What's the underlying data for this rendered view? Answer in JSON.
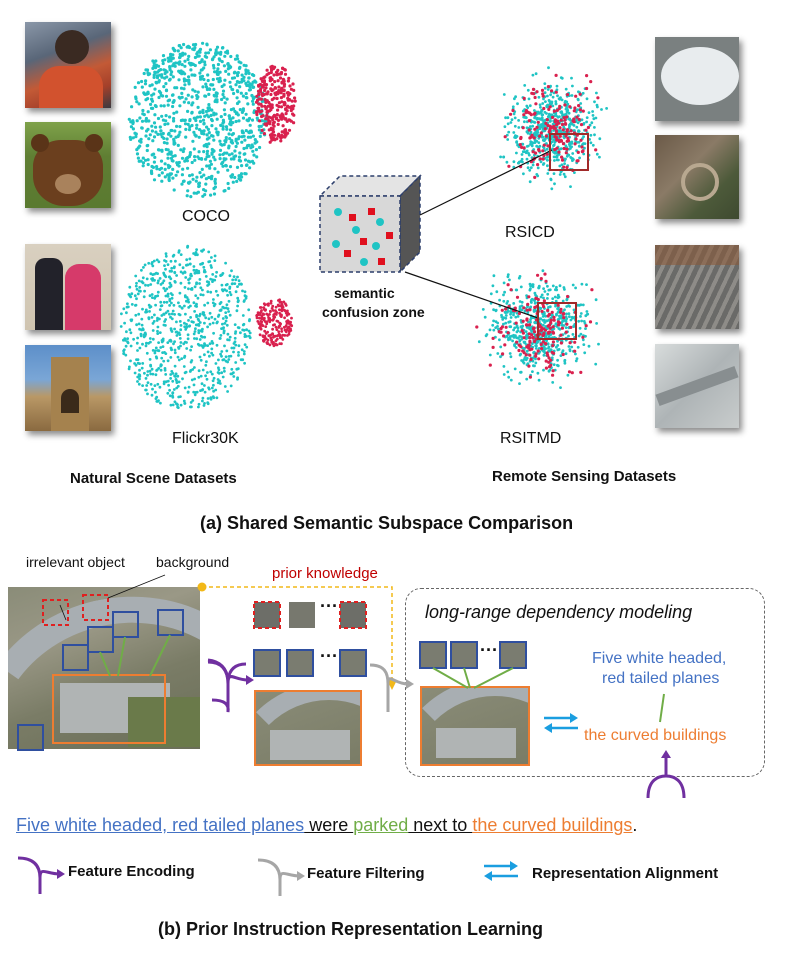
{
  "part_a": {
    "caption": "(a) Shared Semantic Subspace Comparison",
    "left_group_label": "Natural Scene Datasets",
    "right_group_label": "Remote Sensing Datasets",
    "datasets": [
      "COCO",
      "Flickr30K",
      "RSICD",
      "RSITMD"
    ],
    "cube_label_line1": "semantic",
    "cube_label_line2": "confusion zone",
    "colors": {
      "cluster_a": "#1fc4c4",
      "cluster_b": "#d9214e",
      "highlight_box": "#a12a2a",
      "cube_dashed": "#2c3e6b"
    }
  },
  "part_b": {
    "caption": "(b) Prior Instruction Representation Learning",
    "irrelevant_label": "irrelevant object",
    "background_label": "background",
    "prior_knowledge_label": "prior knowledge",
    "dependency_title": "long-range dependency modeling",
    "dots": "···",
    "text_planes_line1": "Five white headed,",
    "text_planes_line2": "red tailed planes",
    "text_buildings": "the curved buildings",
    "sentence": {
      "part1": "Five white headed, red tailed planes",
      "part2": " were ",
      "part3": "parked",
      "part4": " next to ",
      "part5": "the curved buildings",
      "part6": "."
    },
    "legend": {
      "encoding": "Feature Encoding",
      "filtering": "Feature Filtering",
      "alignment": "Representation Alignment"
    },
    "colors": {
      "blue_text": "#4472c4",
      "green_text": "#70ad47",
      "orange_text": "#ed7d31",
      "red_text": "#c00000",
      "purple": "#7030a0",
      "gray": "#a6a6a6",
      "cyan_arrow": "#1a9ee0",
      "box_blue": "#2f4f9f",
      "box_orange": "#ed7d31",
      "box_red": "#e02020",
      "prior_line": "#f2b818"
    }
  }
}
